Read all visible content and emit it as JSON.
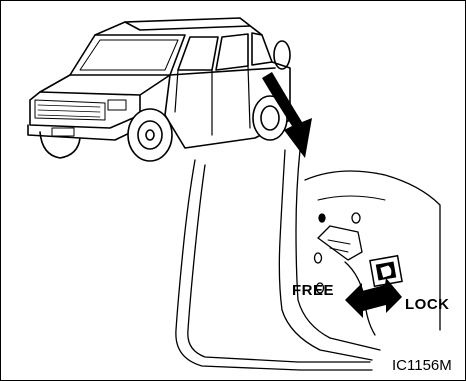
{
  "labels": {
    "free": "FREE",
    "lock": "LOCK",
    "figure_code": "IC1156M"
  },
  "colors": {
    "line": "#000000",
    "background": "#ffffff"
  },
  "icons": [
    "suv-illustration",
    "pointer-arrow",
    "child-lock-lever",
    "child-lock-symbol",
    "double-arrow"
  ]
}
